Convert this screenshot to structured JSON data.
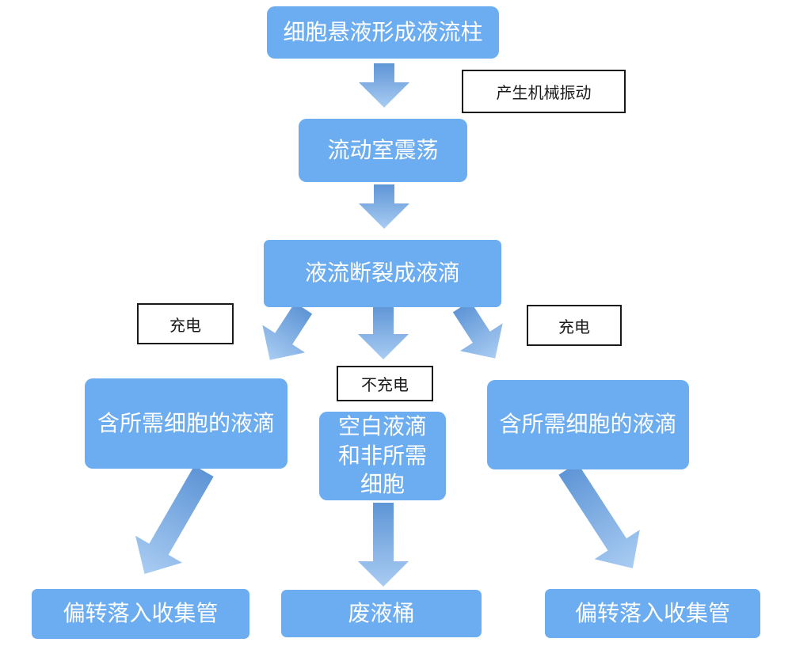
{
  "diagram": {
    "title": "cell-sorting-flowchart",
    "colors": {
      "background": "#ffffff",
      "box_fill": "#6cacf1",
      "box_text": "#ffffff",
      "label_border": "#1a1a1a",
      "label_text": "#1a1a1a",
      "arrow_start": "#5e95d6",
      "arrow_end": "#a9ccf2"
    },
    "nodes": {
      "suspension": "细胞悬液形成液流柱",
      "oscillation": "流动室震荡",
      "breakup": "液流断裂成液滴",
      "left_drop": "含所需细胞的液滴",
      "mid_drop": "空白液滴\n和非所需\n细胞",
      "right_drop": "含所需细胞的液滴",
      "left_collect": "偏转落入收集管",
      "waste": "废液桶",
      "right_collect": "偏转落入收集管"
    },
    "labels": {
      "mechanical": "产生机械振动",
      "charge_left": "充电",
      "no_charge": "不充电",
      "charge_right": "充电"
    }
  }
}
